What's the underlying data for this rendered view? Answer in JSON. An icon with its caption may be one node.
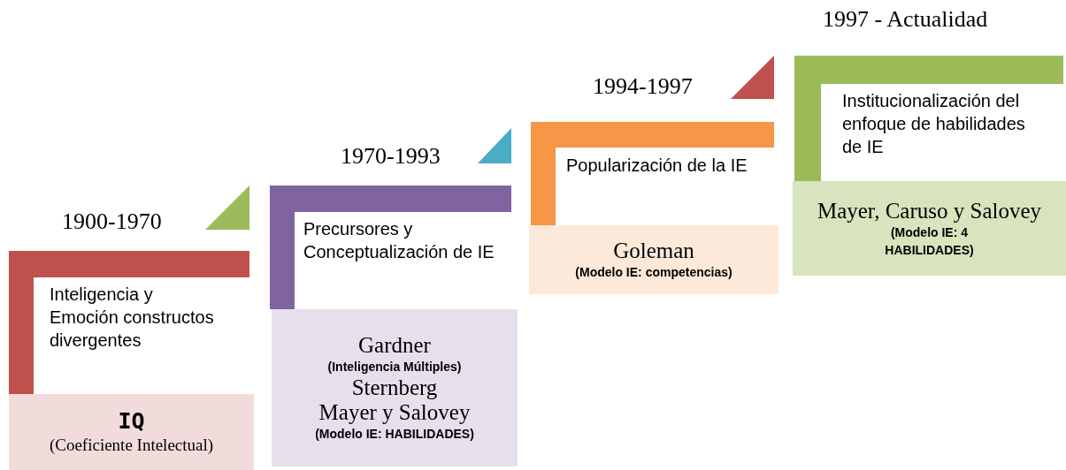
{
  "diagram": {
    "nodes": [
      {
        "text": [
          "Inteligencia y Emoción constructos divergentes"
        ],
        "beside": [
          "1900-1970"
        ]
      },
      {
        "text": [
          "IQ",
          "(Coeficiente Intelectual)"
        ]
      },
      {
        "text": [],
        "shape": "triangle"
      },
      {
        "text": [
          "Precursores y Conceptualización de IE"
        ],
        "beside": [
          "1970-1993"
        ]
      },
      {
        "text": [
          "Gardner",
          "(Inteligencia Múltiples)",
          "Sternberg",
          "Mayer y Salovey",
          "(Modelo IE: HABILIDADES)"
        ]
      },
      {
        "text": [],
        "shape": "triangle"
      },
      {
        "text": [
          "Popularización de la IE"
        ],
        "beside": [
          "1994-1997"
        ]
      },
      {
        "text": [
          "Goleman",
          "(Modelo IE: competencias)"
        ]
      },
      {
        "text": [],
        "shape": "triangle"
      },
      {
        "text": [
          "Institucionalización del enfoque de habilidades de IE"
        ],
        "beside": [
          "1997 - Actualidad"
        ]
      },
      {
        "text": [
          "Mayer, Caruso y Salovey",
          "(Modelo IE: 4 HABILIDADES)"
        ]
      }
    ],
    "edges": []
  }
}
